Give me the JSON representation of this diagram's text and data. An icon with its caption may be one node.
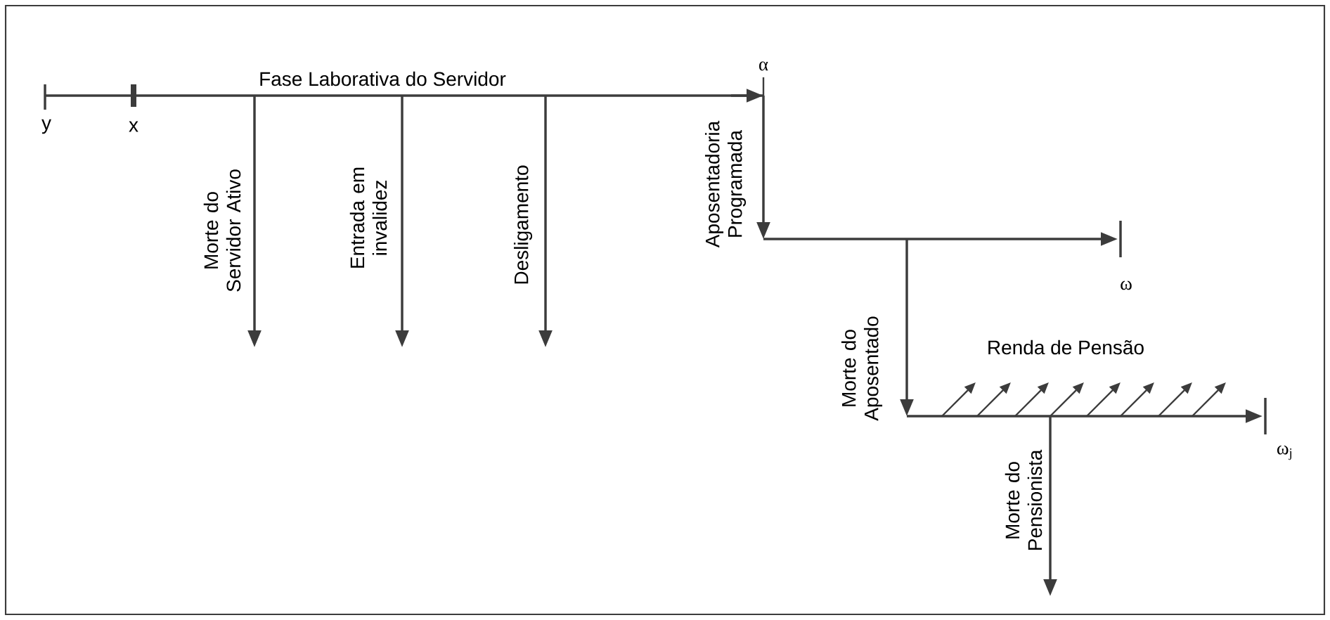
{
  "diagram": {
    "labels": [
      "Fase Laborativa do Servidor",
      "α",
      "y",
      "x",
      "Morte do Servidor Ativo",
      "Entrada em invalidez",
      "Desligamento",
      "Aposentadoria Programada",
      "ω",
      "Morte do Aposentado",
      "Renda de Pensão",
      "ω$_{j}$",
      "Morte do Pensionista"
    ]
  }
}
